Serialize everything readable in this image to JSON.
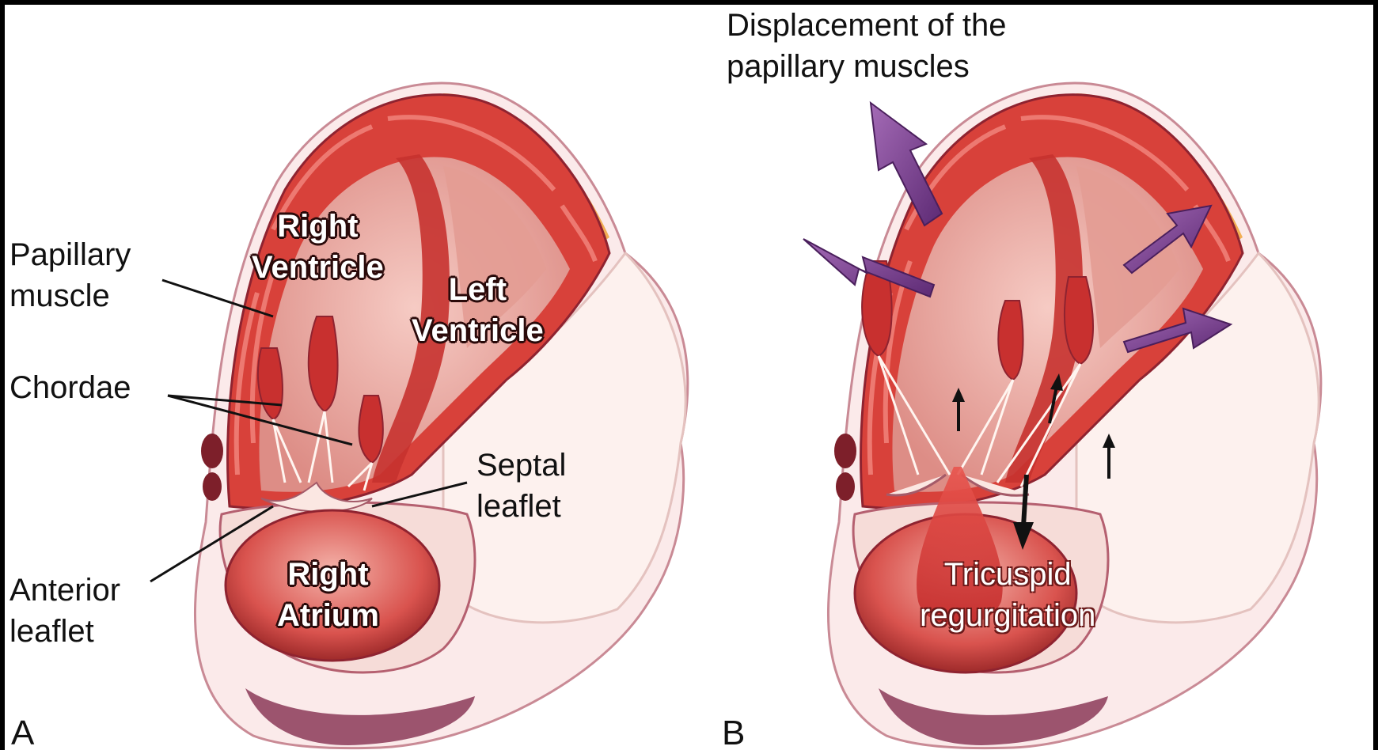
{
  "panels": {
    "a": {
      "letter": "A",
      "labels": {
        "papillary_muscle": [
          "Papillary",
          "muscle"
        ],
        "chordae": "Chordae",
        "septal_leaflet": [
          "Septal",
          "leaflet"
        ],
        "anterior_leaflet": [
          "Anterior",
          "leaflet"
        ]
      },
      "chambers": {
        "right_ventricle": [
          "Right",
          "Ventricle"
        ],
        "left_ventricle": [
          "Left",
          "Ventricle"
        ],
        "right_atrium": [
          "Right",
          "Atrium"
        ]
      }
    },
    "b": {
      "letter": "B",
      "title": [
        "Displacement of the",
        "papillary muscles"
      ],
      "chambers": {
        "regurgitation": [
          "Tricuspid",
          "regurgitation"
        ]
      }
    }
  },
  "colors": {
    "myocardium": "#d8413a",
    "myocardium_dark": "#b72a2a",
    "pericardium": "#f3d3d3",
    "cavity": "#e9a7a0",
    "atrium": "#d9534e",
    "fat": "#f0a33a",
    "leaflet": "#fbe7e2",
    "displacement_arrow": "#7a3c8e",
    "outline": "#7c2a3a",
    "background": "#ffffff"
  },
  "icons": {
    "displacement_arrows": "purple-arrow-icon",
    "chordal_tension_arrows": "black-arrow-icon",
    "regurgitant_jet_arrow": "black-arrow-icon"
  }
}
